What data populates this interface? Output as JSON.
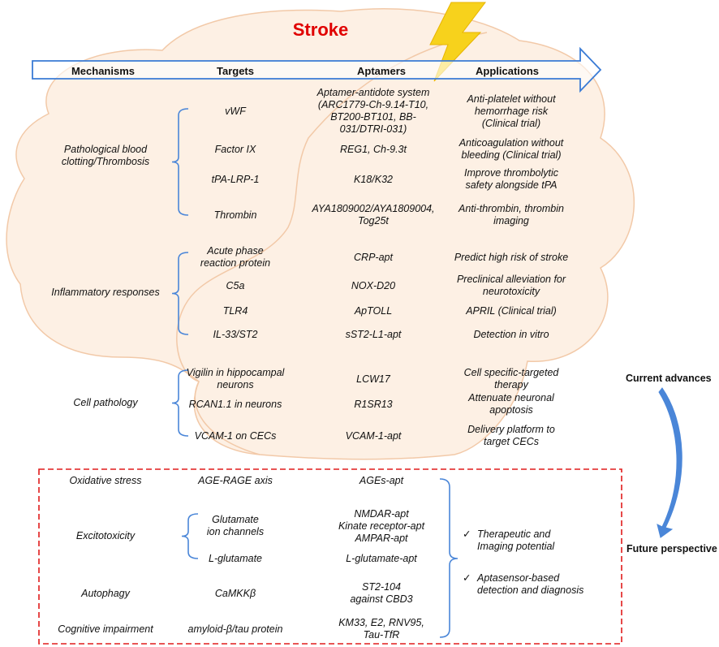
{
  "title": "Stroke",
  "headers": [
    "Mechanisms",
    "Targets",
    "Aptamers",
    "Applications"
  ],
  "current_section": {
    "groups": [
      {
        "mechanism": [
          "Pathological blood",
          "clotting/Thrombosis"
        ],
        "rows": [
          {
            "target": [
              "vWF"
            ],
            "aptamer": [
              "Aptamer-antidote system",
              "(ARC1779-Ch-9.14-T10,",
              "BT200-BT101, BB-",
              "031/DTRI-031)"
            ],
            "application": [
              "Anti-platelet without",
              "hemorrhage risk",
              "(Clinical trial)"
            ]
          },
          {
            "target": [
              "Factor IX"
            ],
            "aptamer": [
              "REG1, Ch-9.3t"
            ],
            "application": [
              "Anticoagulation without",
              "bleeding (Clinical trial)"
            ]
          },
          {
            "target": [
              "tPA-LRP-1"
            ],
            "aptamer": [
              "K18/K32"
            ],
            "application": [
              "Improve thrombolytic",
              "safety alongside tPA"
            ]
          },
          {
            "target": [
              "Thrombin"
            ],
            "aptamer": [
              "AYA1809002/AYA1809004,",
              "Tog25t"
            ],
            "application": [
              "Anti-thrombin, thrombin",
              "imaging"
            ]
          }
        ]
      },
      {
        "mechanism": [
          "Inflammatory responses"
        ],
        "rows": [
          {
            "target": [
              "Acute phase",
              "reaction protein"
            ],
            "aptamer": [
              "CRP-apt"
            ],
            "application": [
              "Predict high risk of stroke"
            ]
          },
          {
            "target": [
              "C5a"
            ],
            "aptamer": [
              "NOX-D20"
            ],
            "application": [
              "Preclinical alleviation for",
              "neurotoxicity"
            ]
          },
          {
            "target": [
              "TLR4"
            ],
            "aptamer": [
              "ApTOLL"
            ],
            "application": [
              "APRIL (Clinical trial)"
            ]
          },
          {
            "target": [
              "IL-33/ST2"
            ],
            "aptamer": [
              "sST2-L1-apt"
            ],
            "application": [
              "Detection in vitro"
            ]
          }
        ]
      },
      {
        "mechanism": [
          "Cell pathology"
        ],
        "rows": [
          {
            "target": [
              "Vigilin in hippocampal",
              "neurons"
            ],
            "aptamer": [
              "LCW17"
            ],
            "application": [
              "Cell specific-targeted",
              "therapy"
            ]
          },
          {
            "target": [
              "RCAN1.1 in neurons"
            ],
            "aptamer": [
              "R1SR13"
            ],
            "application": [
              "Attenuate neuronal",
              "apoptosis"
            ]
          },
          {
            "target": [
              "VCAM-1 on CECs"
            ],
            "aptamer": [
              "VCAM-1-apt"
            ],
            "application": [
              "Delivery platform to",
              "target CECs"
            ]
          }
        ]
      }
    ]
  },
  "future_section": {
    "rows": [
      {
        "mechanism": [
          "Oxidative stress"
        ],
        "target": [
          "AGE-RAGE axis"
        ],
        "aptamer": [
          "AGEs-apt"
        ]
      },
      {
        "mechanism": [
          "Excitotoxicity"
        ],
        "target": [
          "Glutamate",
          "ion channels"
        ],
        "aptamer": [
          "NMDAR-apt",
          "Kinate receptor-apt",
          "AMPAR-apt"
        ]
      },
      {
        "mechanism": [],
        "target": [
          "L-glutamate"
        ],
        "aptamer": [
          "L-glutamate-apt"
        ]
      },
      {
        "mechanism": [
          "Autophagy"
        ],
        "target": [
          "CaMKKβ"
        ],
        "aptamer": [
          "ST2-104",
          "against CBD3"
        ]
      },
      {
        "mechanism": [
          "Cognitive impairment"
        ],
        "target": [
          "amyloid-β/tau protein"
        ],
        "aptamer": [
          "KM33, E2, RNV95,",
          "Tau-TfR"
        ]
      }
    ],
    "outcomes": [
      {
        "mark": "✓",
        "lines": [
          "Therapeutic and",
          "Imaging potential"
        ]
      },
      {
        "mark": "✓",
        "lines": [
          "Aptasensor-based",
          "detection and diagnosis"
        ]
      }
    ]
  },
  "side_labels": {
    "current": "Current advances",
    "future": "Future perspective"
  },
  "colors": {
    "brain_fill": "#fdf0e4",
    "brain_stroke": "#f2c9a8",
    "arrow_stroke": "#3a7bd5",
    "bracket": "#4a86d8",
    "title": "#e00000",
    "dashed_box": "#e01b1b",
    "lightning": "#f7d21c"
  },
  "icons": [
    "lightning-bolt-icon",
    "curved-arrow-icon",
    "checkmark-icon"
  ]
}
